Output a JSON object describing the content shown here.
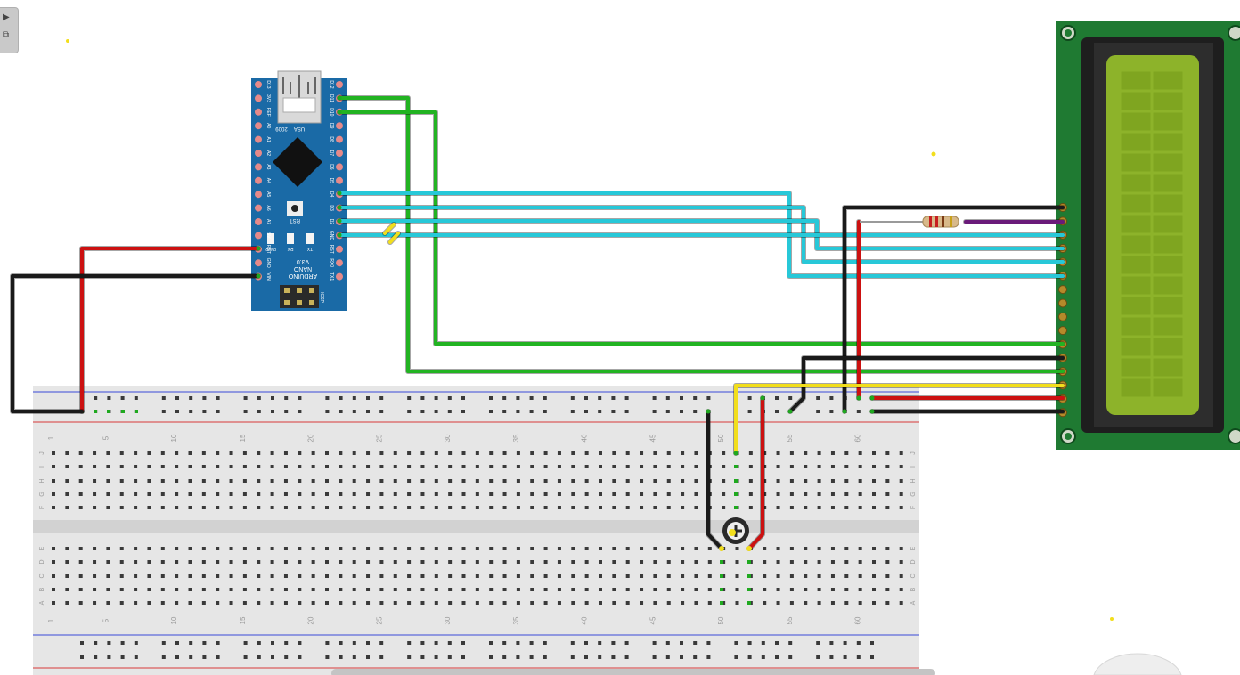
{
  "toolbar": {
    "pointer_icon": "arrow-pointer-icon",
    "parts_icon": "parts-bin-icon",
    "pointer_glyph": "▶",
    "parts_glyph": "⧉"
  },
  "arduino": {
    "labels": [
      "ARDUINO",
      "NANO",
      "V3.0"
    ],
    "usb_label": "USA",
    "year_label": "2009",
    "rst_label": "RST",
    "icsp_label": "ICSP",
    "led_labels": [
      "PWR",
      "RX",
      "TX"
    ],
    "right_pins": [
      "D12",
      "D11",
      "D10",
      "D9",
      "D8",
      "D7",
      "D6",
      "D5",
      "D4",
      "D3",
      "D2",
      "GND",
      "RST",
      "RX0",
      "TX1"
    ],
    "left_pins": [
      "D13",
      "3V3",
      "REF",
      "A0",
      "A1",
      "A2",
      "A3",
      "A4",
      "A5",
      "A6",
      "A7",
      "5V",
      "RST",
      "GND",
      "VIN"
    ]
  },
  "breadboard": {
    "column_numbers": [
      "1",
      "5",
      "10",
      "15",
      "20",
      "25",
      "30",
      "35",
      "40",
      "45",
      "50",
      "55",
      "60"
    ],
    "row_letters_top": [
      "J",
      "I",
      "H",
      "G",
      "F"
    ],
    "row_letters_bottom": [
      "E",
      "D",
      "C",
      "B",
      "A"
    ]
  },
  "lcd": {
    "type": "16x2 character display",
    "pin_count": 16
  },
  "colors": {
    "wire_green": "#22b322",
    "wire_cyan": "#27c8d8",
    "wire_red": "#cc1111",
    "wire_black": "#1a1a1a",
    "wire_yellow": "#f2de1c",
    "wire_purple": "#6a1a7a",
    "arduino_blue": "#1a6aa6",
    "lcd_board": "#1f7a32",
    "lcd_screen": "#8db32a",
    "breadboard": "#e6e6e6"
  }
}
